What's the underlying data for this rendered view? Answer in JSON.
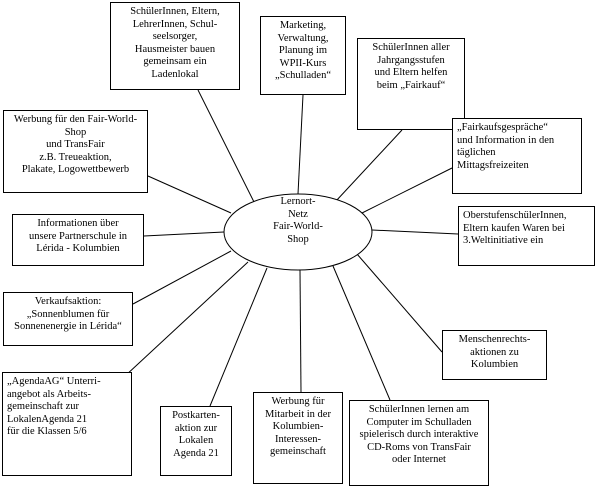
{
  "center": {
    "label": "Lernort-\nNetz\nFair-World-\nShop"
  },
  "nodes": [
    {
      "id": "n1",
      "text": "SchülerInnen, Eltern,\nLehrerInnen, Schul-\nseelsorger,\nHausmeister bauen\ngemeinsam ein\nLadenlokal"
    },
    {
      "id": "n2",
      "text": "Marketing,\nVerwaltung,\nPlanung im\nWPII-Kurs\n„Schulladen“"
    },
    {
      "id": "n3",
      "text": "SchülerInnen aller\nJahrgangsstufen\nund Eltern helfen\nbeim „Fairkauf“"
    },
    {
      "id": "n4",
      "text": "Werbung für den Fair-World-\nShop\nund TransFair\nz.B. Treueaktion,\nPlakate, Logowettbewerb"
    },
    {
      "id": "n5",
      "text": "„Fairkaufsgespräche“\nund Information in den\ntäglichen\nMittagsfreizeiten"
    },
    {
      "id": "n6",
      "text": "Informationen über\nunsere Partnerschule in\nLérida - Kolumbien"
    },
    {
      "id": "n7",
      "text": "OberstufenschülerInnen,\nEltern kaufen Waren bei\n3.Weltinitiative ein"
    },
    {
      "id": "n8",
      "text": "Verkaufsaktion:\n„Sonnenblumen für\nSonnenenergie in Lérida“"
    },
    {
      "id": "n9",
      "text": "Menschenrechts-\naktionen zu\nKolumbien"
    },
    {
      "id": "n10",
      "text": "„AgendaAG“ Unterri-\nangebot als Arbeits-\ngemeinschaft zur\nLokalenAgenda 21\nfür die Klassen 5/6"
    },
    {
      "id": "n11",
      "text": "Postkarten-\naktion zur\nLokalen\nAgenda 21"
    },
    {
      "id": "n12",
      "text": "Werbung für\nMitarbeit in der\nKolumbien-\nInteressen-\ngemeinschaft"
    },
    {
      "id": "n13",
      "text": "SchülerInnen lernen am\nComputer im Schulladen\nspielerisch durch interaktive\nCD-Roms von TransFair\noder Internet"
    }
  ]
}
